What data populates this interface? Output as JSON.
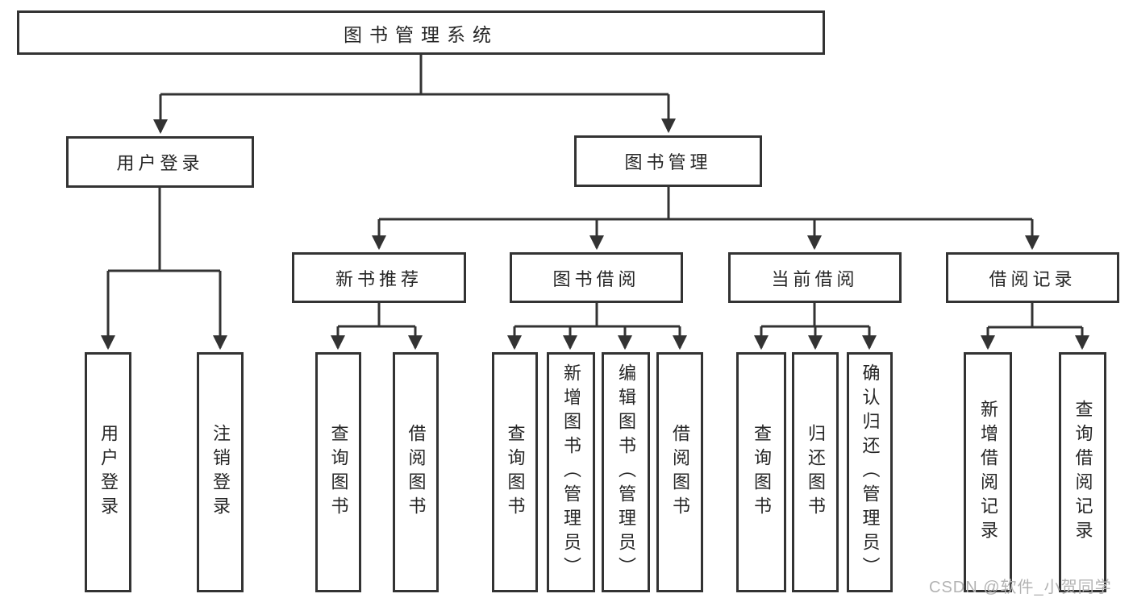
{
  "colors": {
    "line": "#333333",
    "text": "#262626",
    "watermark": "#b3b3b3",
    "background": "#ffffff"
  },
  "watermark": {
    "text": "CSDN @软件_小贺同学"
  },
  "tree": {
    "root": "图书管理系统",
    "children": [
      {
        "label": "用户登录",
        "children": [
          "用户登录",
          "注销登录"
        ]
      },
      {
        "label": "图书管理",
        "children": [
          {
            "label": "新书推荐",
            "children": [
              "查询图书",
              "借阅图书"
            ]
          },
          {
            "label": "图书借阅",
            "children": [
              "查询图书",
              "新增图书（管理员）",
              "编辑图书（管理员）",
              "借阅图书"
            ]
          },
          {
            "label": "当前借阅",
            "children": [
              "查询图书",
              "归还图书",
              "确认归还（管理员）"
            ]
          },
          {
            "label": "借阅记录",
            "children": [
              "新增借阅记录",
              "查询借阅记录"
            ]
          }
        ]
      }
    ]
  }
}
